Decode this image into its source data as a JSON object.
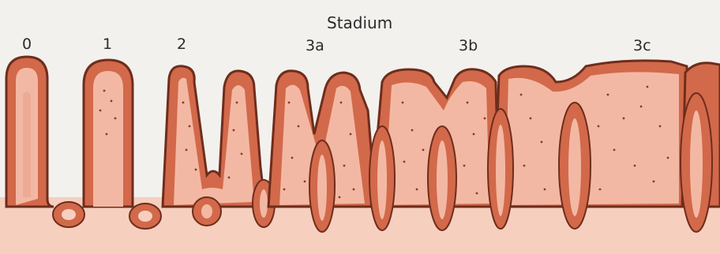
{
  "diagram": {
    "title": "Stadium",
    "stage_labels": [
      "0",
      "1",
      "2",
      "3a",
      "3b",
      "3c"
    ],
    "colors": {
      "background": "#f3f1ee",
      "tissue": "#f6cfbf",
      "epithelium": "#d2694a",
      "epithelium_outline": "#6e2d1c",
      "core": "#f3b8a3",
      "core_outline": "#c85c40",
      "infiltrate_dots": "#8a3a22"
    }
  }
}
